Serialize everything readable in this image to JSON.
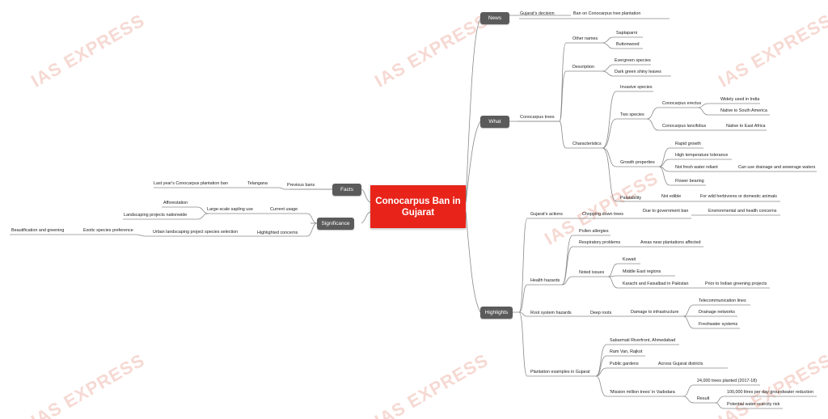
{
  "watermark": "IAS EXPRESS",
  "title": "Conocarpus Ban in Gujarat",
  "categories": {
    "news": "News",
    "what": "What",
    "highlights": "Highlights",
    "facts": "Facts",
    "significance": "Significance"
  },
  "news": {
    "decision": "Gujarat's decision",
    "ban": "Ban on Conocarpus tree plantation"
  },
  "what": {
    "trees": "Conocarpus trees",
    "other_names": "Other names",
    "saptaparni": "Saptaparni",
    "buttonwood": "Buttonwood",
    "description": "Description",
    "evergreen": "Evergreen species",
    "dark_green": "Dark green shiny leaves",
    "characteristics": "Characteristics",
    "invasive": "Invasive species",
    "two_species": "Two species",
    "erectus": "Conocarpus erectus",
    "widely_used": "Widely used in India",
    "native_sa": "Native to South America",
    "lancifolius": "Conocarpus lancifolius",
    "native_ea": "Native to East Africa",
    "growth": "Growth properties",
    "rapid": "Rapid growth",
    "high_temp": "High temperature tolerance",
    "not_fresh": "Not fresh water reliant",
    "drainage_water": "Can use drainage and sewerage waters",
    "flower": "Flower bearing",
    "palatability": "Palatability",
    "not_edible": "Not edible",
    "wild_herb": "For wild herbivores or domestic animals"
  },
  "highlights": {
    "actions": "Gujarat's actions",
    "chopping": "Chopping down trees",
    "due_ban": "Due to government ban",
    "env_health": "Environmental and health concerns",
    "health": "Health hazards",
    "pollen": "Pollen allergies",
    "respiratory": "Respiratory problems",
    "near_plant": "Areas near plantations affected",
    "noted": "Noted issues",
    "kuwait": "Kuwait",
    "middle_east": "Middle East regions",
    "karachi": "Karachi and Faisalbad in Pakistan",
    "prior": "Prior to Indian greening projects",
    "root": "Root system hazards",
    "deep": "Deep roots",
    "damage": "Damage to infrastructure",
    "telecom": "Telecommunication lines",
    "drainage_net": "Drainage networks",
    "freshwater": "Freshwater systems",
    "plant_ex": "Plantation examples in Gujarat",
    "sabarmati": "Sabarmati Riverfront, Ahmedabad",
    "ram_van": "Ram Van, Rajkot",
    "gardens": "Public gardens",
    "across": "Across Gujarat districts",
    "mission": "'Mission million trees' in Vadodara",
    "trees24": "24,000 trees planted (2017-18)",
    "result": "Result",
    "litres": "100,000 litres per day groundwater reduction",
    "scarcity": "Potential water scarcity risk"
  },
  "facts": {
    "previous_bans": "Previous bans",
    "telangana": "Telangana",
    "last_year": "Last year's Conocarpus plantation ban"
  },
  "significance": {
    "current_usage": "Current usage",
    "sapling": "Large-scale sapling use",
    "afforestation": "Afforestation",
    "landscaping": "Landscaping projects nationwide",
    "concerns": "Highlighted concerns",
    "urban": "Urban landscaping project species selection",
    "exotic": "Exotic species preference",
    "beautification": "Beautification and greening"
  }
}
